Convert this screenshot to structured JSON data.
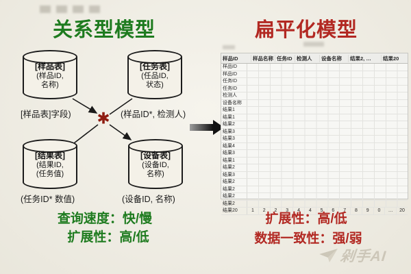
{
  "left": {
    "title": "关系型模型",
    "cylinders": [
      {
        "name": "[样品表]",
        "line1": "(样品ID,",
        "line2": "名称)"
      },
      {
        "name": "[任务表]",
        "line1": "(任品ID,",
        "line2": "状态)"
      },
      {
        "name": "[结果表]",
        "line1": "(结果ID,",
        "line2": "(任务值)"
      },
      {
        "name": "[设备表]",
        "line1": "(设备ID,",
        "line2": "名称)"
      }
    ],
    "edge_labels": {
      "top_left": "[样品表]字段)",
      "top_right": "(样品ID*, 检测人)",
      "bottom_left": "(任务ID* 数值)",
      "bottom_right": "(设备ID, 名称)"
    },
    "join_symbol": "✱",
    "metrics": [
      "查询速度：快/慢",
      "扩展性：高/低"
    ]
  },
  "right": {
    "title": "扁平化模型",
    "table": {
      "headers": [
        "样品ID",
        "样品名称",
        "任务ID",
        "检测人",
        "设备名称",
        "结果2, …",
        "结果20"
      ],
      "row_labels": [
        "样品ID",
        "样品ID",
        "任务ID",
        "任务ID",
        "检测人",
        "设备名称",
        "结果1",
        "结果1",
        "结果2",
        "结果3",
        "结果3",
        "结果4",
        "结果3",
        "结果1",
        "结果2",
        "结果3",
        "结果2",
        "结果2",
        "结果2",
        "结果2"
      ],
      "last_row_label": "结果20",
      "last_row_numbers": [
        "1",
        "2",
        "2",
        "3",
        "4",
        "4",
        "5",
        "6",
        "7",
        "8",
        "9",
        "0",
        "…",
        "20"
      ]
    },
    "metrics": [
      "扩展性：高/低",
      "数据一致性：强/弱"
    ]
  },
  "watermark": "剁手AI",
  "colors": {
    "green": "#1e7b1f",
    "red": "#b22822",
    "asterisk": "#8f1d12",
    "paper": "#f1eee3"
  }
}
